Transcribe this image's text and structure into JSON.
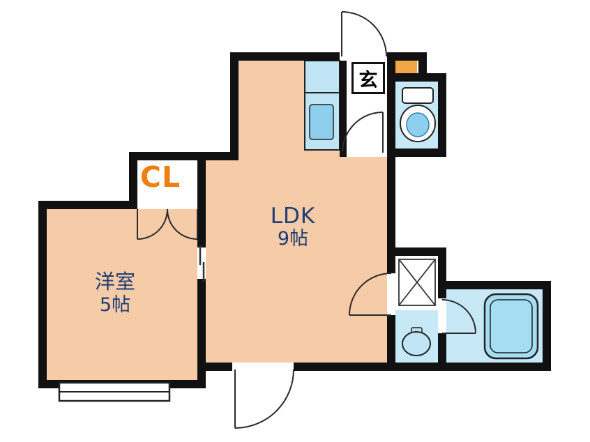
{
  "floor_plan": {
    "rooms": {
      "ldk": {
        "name": "LDK",
        "size": "9帖"
      },
      "western_room": {
        "name": "洋室",
        "size": "5帖"
      },
      "closet": {
        "name": "CL"
      },
      "entrance": {
        "name": "玄"
      }
    },
    "fixtures": {
      "kitchen": "kitchen-counter-with-sink",
      "toilet": "toilet",
      "washbasin": "washbasin",
      "washer_space": "washing-machine-space",
      "bathtub": "bathtub",
      "entrance_step": "genkan-step"
    },
    "colors": {
      "wall": "#111111",
      "room_fill": "#F6CBA8",
      "wet_area_fill": "#C6E8F7",
      "fixture_blue": "#8FCFEE",
      "accent_orange": "#EE7F11",
      "step_orange": "#F2A544",
      "label_navy": "#1F3E75"
    }
  }
}
